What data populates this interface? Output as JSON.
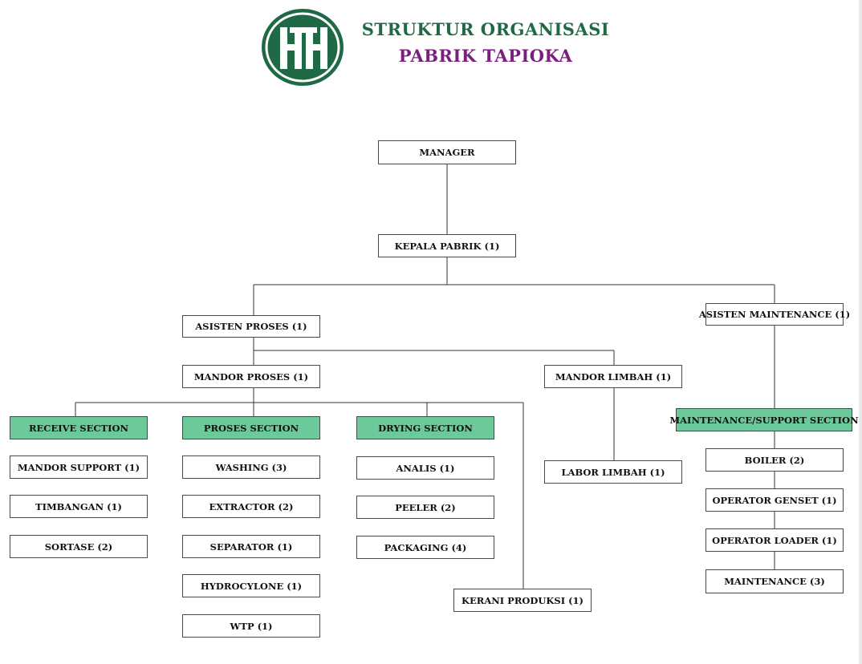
{
  "header": {
    "title": "STRUKTUR ORGANISASI",
    "subtitle": "PABRIK TAPIOKA",
    "logo_text": "HTH"
  },
  "colors": {
    "title": "#1f6a45",
    "subtitle": "#7a1f7e",
    "logo": "#1f6a45",
    "section_fill": "#6cc99a"
  },
  "org": {
    "manager": "MANAGER",
    "kepala_pabrik": "KEPALA PABRIK (1)",
    "asisten_proses": "ASISTEN PROSES (1)",
    "asisten_maintenance": "ASISTEN MAINTENANCE (1)",
    "mandor_proses": "MANDOR PROSES (1)",
    "mandor_limbah": "MANDOR LIMBAH (1)",
    "labor_limbah": "LABOR LIMBAH (1)",
    "kerani_produksi": "KERANI PRODUKSI (1)",
    "receive": {
      "title": "RECEIVE SECTION",
      "items": [
        "MANDOR SUPPORT (1)",
        "TIMBANGAN (1)",
        "SORTASE (2)"
      ]
    },
    "proses": {
      "title": "PROSES SECTION",
      "items": [
        "WASHING (3)",
        "EXTRACTOR (2)",
        "SEPARATOR (1)",
        "HYDROCYLONE (1)",
        "WTP (1)"
      ]
    },
    "drying": {
      "title": "DRYING SECTION",
      "items": [
        "ANALIS (1)",
        "PEELER (2)",
        "PACKAGING (4)"
      ]
    },
    "maintenance": {
      "title": "MAINTENANCE/SUPPORT SECTION",
      "items": [
        "BOILER (2)",
        "OPERATOR GENSET (1)",
        "OPERATOR LOADER (1)",
        "MAINTENANCE (3)"
      ]
    }
  }
}
